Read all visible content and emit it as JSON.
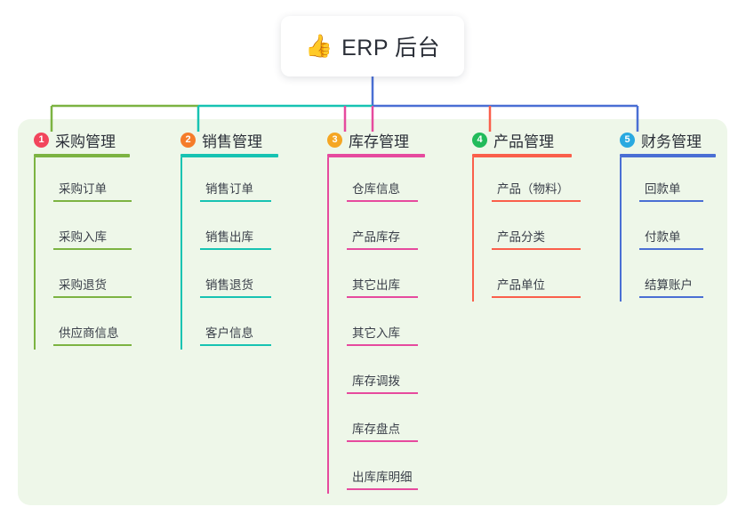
{
  "diagram": {
    "type": "mindmap",
    "background_color": "#ffffff",
    "panel_color": "#eef7e9",
    "root": {
      "icon": "thumbs-up-icon",
      "emoji": "👍",
      "title": "ERP 后台"
    },
    "branches": [
      {
        "index": "1",
        "badge_color": "#f2455c",
        "line_color": "#7cb342",
        "title": "采购管理",
        "items": [
          {
            "label": "采购订单"
          },
          {
            "label": "采购入库"
          },
          {
            "label": "采购退货"
          },
          {
            "label": "供应商信息"
          }
        ]
      },
      {
        "index": "2",
        "badge_color": "#f57c2a",
        "line_color": "#17c3b2",
        "title": "销售管理",
        "items": [
          {
            "label": "销售订单"
          },
          {
            "label": "销售出库"
          },
          {
            "label": "销售退货"
          },
          {
            "label": "客户信息"
          }
        ]
      },
      {
        "index": "3",
        "badge_color": "#f5a623",
        "line_color": "#e64a9e",
        "title": "库存管理",
        "items": [
          {
            "label": "仓库信息"
          },
          {
            "label": "产品库存"
          },
          {
            "label": "其它出库"
          },
          {
            "label": "其它入库"
          },
          {
            "label": "库存调拨"
          },
          {
            "label": "库存盘点"
          },
          {
            "label": "出库库明细"
          }
        ]
      },
      {
        "index": "4",
        "badge_color": "#22bb5b",
        "line_color": "#fa5f4b",
        "title": "产品管理",
        "items": [
          {
            "label": "产品（物料）"
          },
          {
            "label": "产品分类"
          },
          {
            "label": "产品单位"
          }
        ]
      },
      {
        "index": "5",
        "badge_color": "#29a9e0",
        "line_color": "#4a6fd4",
        "title": "财务管理",
        "items": [
          {
            "label": "回款单"
          },
          {
            "label": "付款单"
          },
          {
            "label": "结算账户"
          }
        ]
      }
    ]
  }
}
